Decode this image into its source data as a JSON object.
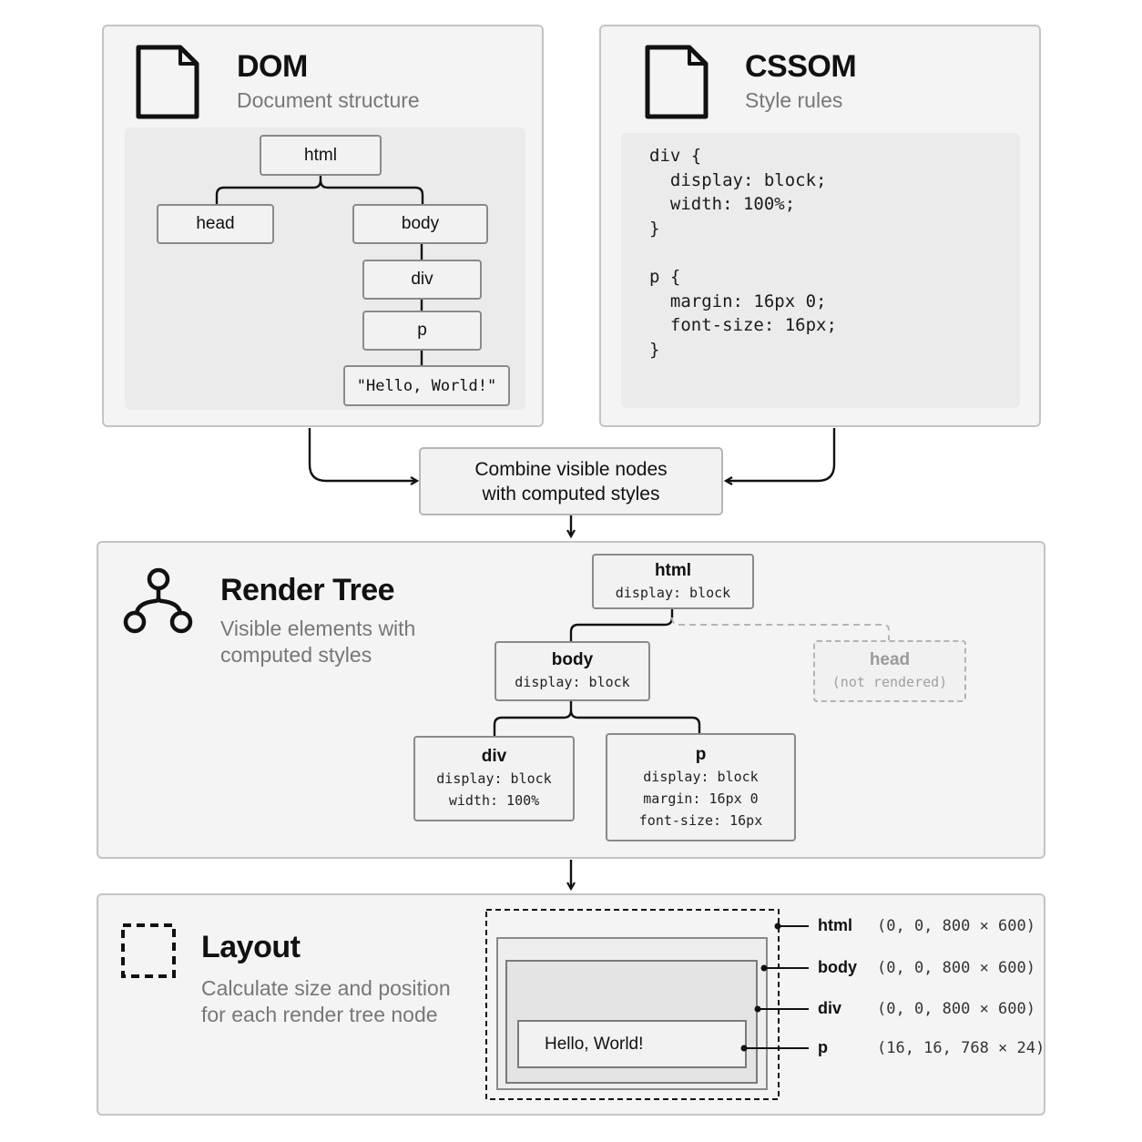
{
  "dom": {
    "title": "DOM",
    "subtitle": "Document structure",
    "icon": "document-icon",
    "nodes": {
      "html": "html",
      "head": "head",
      "body": "body",
      "div": "div",
      "p": "p",
      "text": "\"Hello, World!\""
    }
  },
  "cssom": {
    "title": "CSSOM",
    "subtitle": "Style rules",
    "icon": "document-icon",
    "code": [
      "div {",
      "  display: block;",
      "  width: 100%;",
      "}",
      "",
      "p {",
      "  margin: 16px 0;",
      "  font-size: 16px;",
      "}"
    ]
  },
  "combine": {
    "line1": "Combine visible nodes",
    "line2": "with computed styles"
  },
  "render_tree": {
    "title": "Render Tree",
    "subtitle_line1": "Visible elements with",
    "subtitle_line2": "computed styles",
    "icon": "tree-icon",
    "nodes": {
      "html": {
        "name": "html",
        "props": [
          "display: block"
        ]
      },
      "body": {
        "name": "body",
        "props": [
          "display: block"
        ]
      },
      "head": {
        "name": "head",
        "props": [
          "(not rendered)"
        ]
      },
      "div": {
        "name": "div",
        "props": [
          "display: block",
          "width: 100%"
        ]
      },
      "p": {
        "name": "p",
        "props": [
          "display: block",
          "margin: 16px 0",
          "font-size: 16px"
        ]
      }
    }
  },
  "layout": {
    "title": "Layout",
    "subtitle_line1": "Calculate size and position",
    "subtitle_line2": "for each render tree node",
    "icon": "dashed-square-icon",
    "text": "Hello, World!",
    "boxes": [
      {
        "name": "html",
        "coords": "(0, 0, 800 × 600)"
      },
      {
        "name": "body",
        "coords": "(0, 0, 800 × 600)"
      },
      {
        "name": "div",
        "coords": "(0, 0, 800 × 600)"
      },
      {
        "name": "p",
        "coords": "(16, 16, 768 × 24)"
      }
    ]
  }
}
